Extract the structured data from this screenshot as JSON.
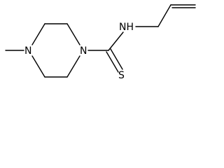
{
  "molecule": {
    "atoms": {
      "ring_nitrogen_left": "N",
      "ring_nitrogen_right": "N",
      "amine_nitrogen": "NH",
      "thione_sulfur": "S"
    }
  }
}
